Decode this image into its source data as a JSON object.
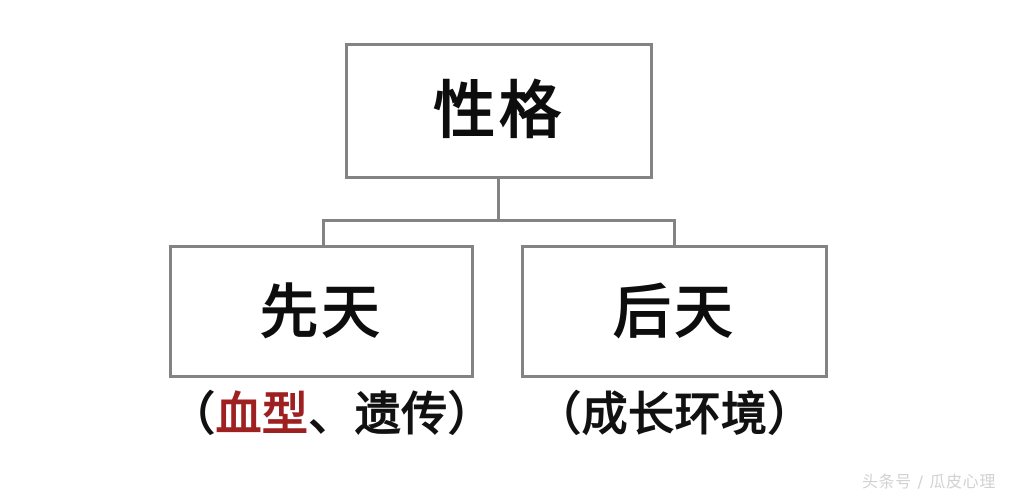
{
  "diagram": {
    "type": "hierarchy-tree",
    "root": {
      "label": "性格"
    },
    "children": [
      {
        "label": "先天",
        "caption_open": "（",
        "caption_highlight": "血型",
        "caption_rest": "、遗传",
        "caption_close": "）",
        "highlight_color": "#9e2020"
      },
      {
        "label": "后天",
        "caption_open": "（",
        "caption_highlight": "",
        "caption_rest": "成长环境",
        "caption_close": "）",
        "highlight_color": "#111111"
      }
    ],
    "line_color": "#838383",
    "text_color": "#0d0d0d",
    "background_color": "#ffffff"
  },
  "watermark": {
    "text": "头条号 / 瓜皮心理",
    "color": "#d2d2d2"
  }
}
